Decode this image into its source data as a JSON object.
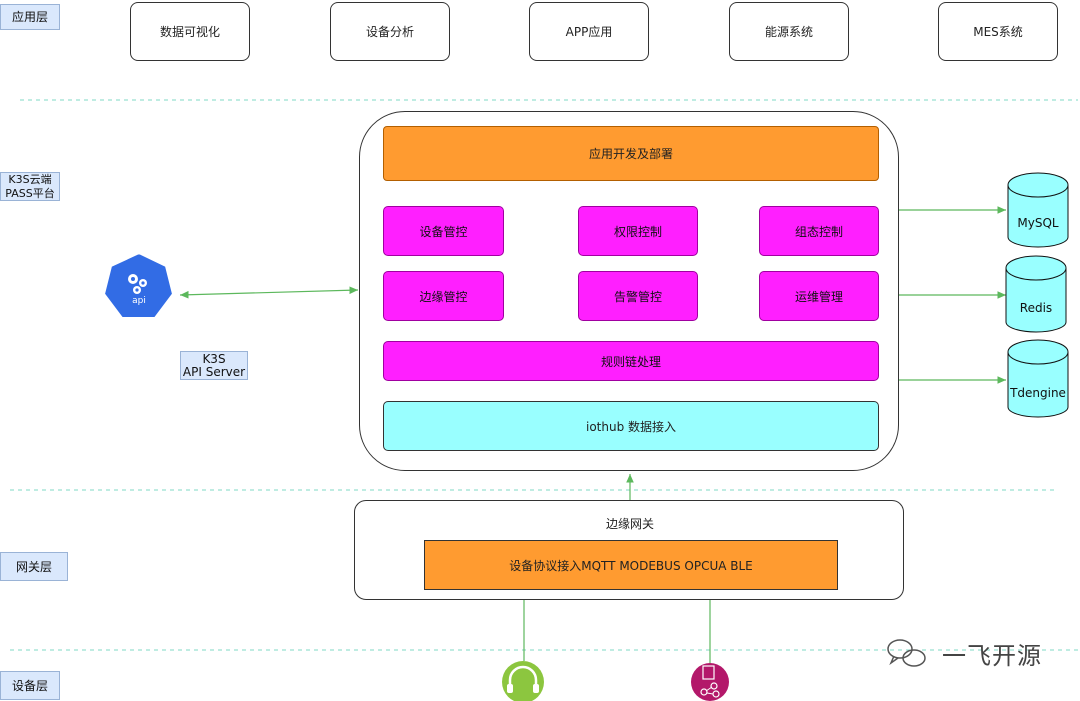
{
  "layers": {
    "application": "应用层",
    "platform": "K3S云端\nPASS平台",
    "gateway": "网关层",
    "device": "设备层"
  },
  "apps": [
    "数据可视化",
    "设备分析",
    "APP应用",
    "能源系统",
    "MES系统"
  ],
  "platform": {
    "deploy": "应用开发及部署",
    "modules": [
      "设备管控",
      "权限控制",
      "组态控制",
      "边缘管控",
      "告警管控",
      "运维管理"
    ],
    "rule_chain": "规则链处理",
    "iothub": "iothub 数据接入"
  },
  "databases": [
    "MySQL",
    "Redis",
    "Tdengine"
  ],
  "api_server": {
    "icon_text": "api",
    "label": "K3S\nAPI Server"
  },
  "gateway": {
    "title": "边缘网关",
    "protocols": "设备协议接入MQTT MODEBUS OPCUA BLE"
  },
  "watermark": "一飞开源",
  "colors": {
    "orange": "#ff9b30",
    "magenta": "#ff1fff",
    "cyan": "#99ffff",
    "layer_label": "#dae8fc",
    "connector": "#5cb85c",
    "k8s_blue": "#326ce5"
  }
}
